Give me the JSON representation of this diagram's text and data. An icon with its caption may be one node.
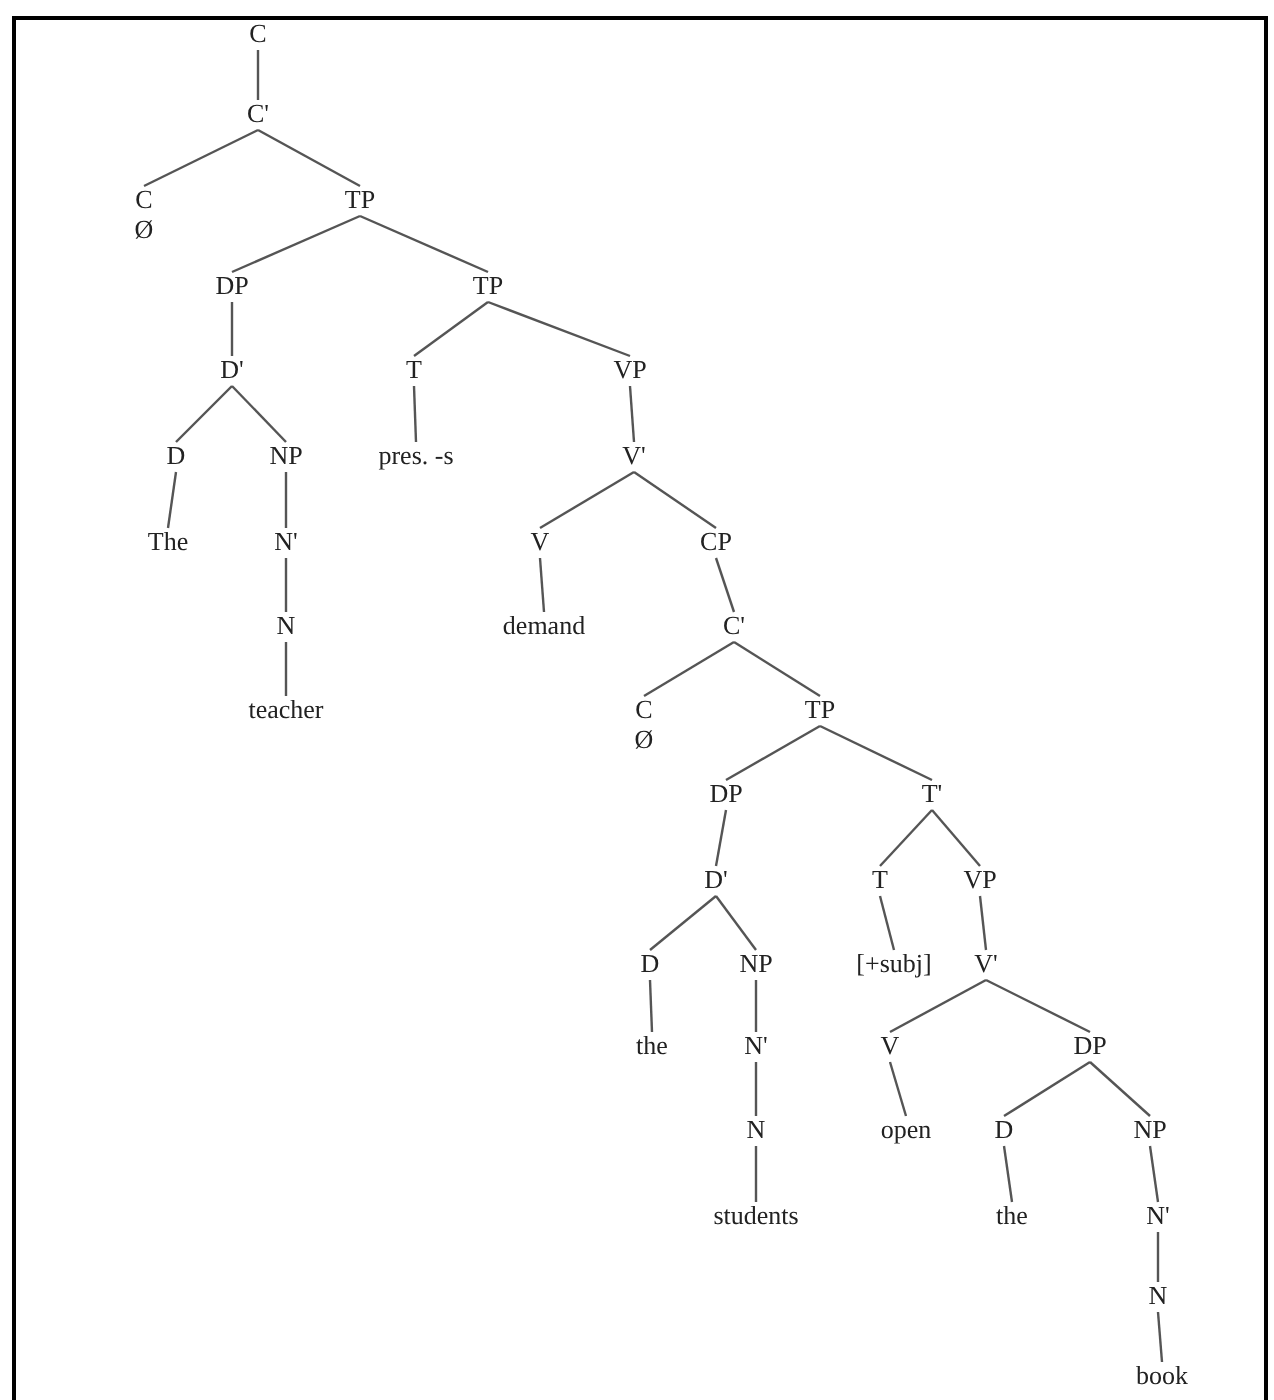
{
  "diagram": {
    "nodes": [
      {
        "text": [
          "C"
        ]
      },
      {
        "text": [
          "C'"
        ]
      },
      {
        "text": [
          "C",
          "Ø"
        ]
      },
      {
        "text": [
          "TP"
        ]
      },
      {
        "text": [
          "DP"
        ]
      },
      {
        "text": [
          "TP"
        ]
      },
      {
        "text": [
          "D'"
        ]
      },
      {
        "text": [
          "T"
        ]
      },
      {
        "text": [
          "VP"
        ]
      },
      {
        "text": [
          "D"
        ]
      },
      {
        "text": [
          "NP"
        ]
      },
      {
        "text": [
          "pres. -s"
        ]
      },
      {
        "text": [
          "V'"
        ]
      },
      {
        "text": [
          "The"
        ]
      },
      {
        "text": [
          "N'"
        ]
      },
      {
        "text": [
          "V"
        ]
      },
      {
        "text": [
          "CP"
        ]
      },
      {
        "text": [
          "N"
        ]
      },
      {
        "text": [
          "demand"
        ]
      },
      {
        "text": [
          "C'"
        ]
      },
      {
        "text": [
          "teacher"
        ]
      },
      {
        "text": [
          "C",
          "Ø"
        ]
      },
      {
        "text": [
          "TP"
        ]
      },
      {
        "text": [
          "DP"
        ]
      },
      {
        "text": [
          "T'"
        ]
      },
      {
        "text": [
          "D'"
        ]
      },
      {
        "text": [
          "T"
        ]
      },
      {
        "text": [
          "VP"
        ]
      },
      {
        "text": [
          "D"
        ]
      },
      {
        "text": [
          "NP"
        ]
      },
      {
        "text": [
          "[+subj]"
        ]
      },
      {
        "text": [
          "V'"
        ]
      },
      {
        "text": [
          "the"
        ]
      },
      {
        "text": [
          "N'"
        ]
      },
      {
        "text": [
          "V"
        ]
      },
      {
        "text": [
          "DP"
        ]
      },
      {
        "text": [
          "N"
        ]
      },
      {
        "text": [
          "open"
        ]
      },
      {
        "text": [
          "D"
        ]
      },
      {
        "text": [
          "NP"
        ]
      },
      {
        "text": [
          "students"
        ]
      },
      {
        "text": [
          "the"
        ]
      },
      {
        "text": [
          "N'"
        ]
      },
      {
        "text": [
          "N"
        ]
      },
      {
        "text": [
          "book"
        ]
      }
    ],
    "edges": [
      {
        "from": 0,
        "to": 1,
        "arrow": "none"
      },
      {
        "from": 1,
        "to": 2,
        "arrow": "none"
      },
      {
        "from": 1,
        "to": 3,
        "arrow": "none"
      },
      {
        "from": 3,
        "to": 4,
        "arrow": "none"
      },
      {
        "from": 3,
        "to": 5,
        "arrow": "none"
      },
      {
        "from": 4,
        "to": 6,
        "arrow": "none"
      },
      {
        "from": 5,
        "to": 7,
        "arrow": "none"
      },
      {
        "from": 5,
        "to": 8,
        "arrow": "none"
      },
      {
        "from": 6,
        "to": 9,
        "arrow": "none"
      },
      {
        "from": 6,
        "to": 10,
        "arrow": "none"
      },
      {
        "from": 7,
        "to": 11,
        "arrow": "none"
      },
      {
        "from": 8,
        "to": 12,
        "arrow": "none"
      },
      {
        "from": 9,
        "to": 13,
        "arrow": "none"
      },
      {
        "from": 10,
        "to": 14,
        "arrow": "none"
      },
      {
        "from": 12,
        "to": 15,
        "arrow": "none"
      },
      {
        "from": 12,
        "to": 16,
        "arrow": "none"
      },
      {
        "from": 14,
        "to": 17,
        "arrow": "none"
      },
      {
        "from": 15,
        "to": 18,
        "arrow": "none"
      },
      {
        "from": 16,
        "to": 19,
        "arrow": "none"
      },
      {
        "from": 17,
        "to": 20,
        "arrow": "none"
      },
      {
        "from": 19,
        "to": 21,
        "arrow": "none"
      },
      {
        "from": 19,
        "to": 22,
        "arrow": "none"
      },
      {
        "from": 22,
        "to": 23,
        "arrow": "none"
      },
      {
        "from": 22,
        "to": 24,
        "arrow": "none"
      },
      {
        "from": 23,
        "to": 25,
        "arrow": "none"
      },
      {
        "from": 24,
        "to": 26,
        "arrow": "none"
      },
      {
        "from": 24,
        "to": 27,
        "arrow": "none"
      },
      {
        "from": 25,
        "to": 28,
        "arrow": "none"
      },
      {
        "from": 25,
        "to": 29,
        "arrow": "none"
      },
      {
        "from": 26,
        "to": 30,
        "arrow": "none"
      },
      {
        "from": 27,
        "to": 31,
        "arrow": "none"
      },
      {
        "from": 28,
        "to": 32,
        "arrow": "none"
      },
      {
        "from": 29,
        "to": 33,
        "arrow": "none"
      },
      {
        "from": 31,
        "to": 34,
        "arrow": "none"
      },
      {
        "from": 31,
        "to": 35,
        "arrow": "none"
      },
      {
        "from": 33,
        "to": 36,
        "arrow": "none"
      },
      {
        "from": 34,
        "to": 37,
        "arrow": "none"
      },
      {
        "from": 35,
        "to": 38,
        "arrow": "none"
      },
      {
        "from": 35,
        "to": 39,
        "arrow": "none"
      },
      {
        "from": 36,
        "to": 40,
        "arrow": "none"
      },
      {
        "from": 38,
        "to": 41,
        "arrow": "none"
      },
      {
        "from": 39,
        "to": 42,
        "arrow": "none"
      },
      {
        "from": 42,
        "to": 43,
        "arrow": "none"
      },
      {
        "from": 43,
        "to": 44,
        "arrow": "none"
      }
    ]
  }
}
